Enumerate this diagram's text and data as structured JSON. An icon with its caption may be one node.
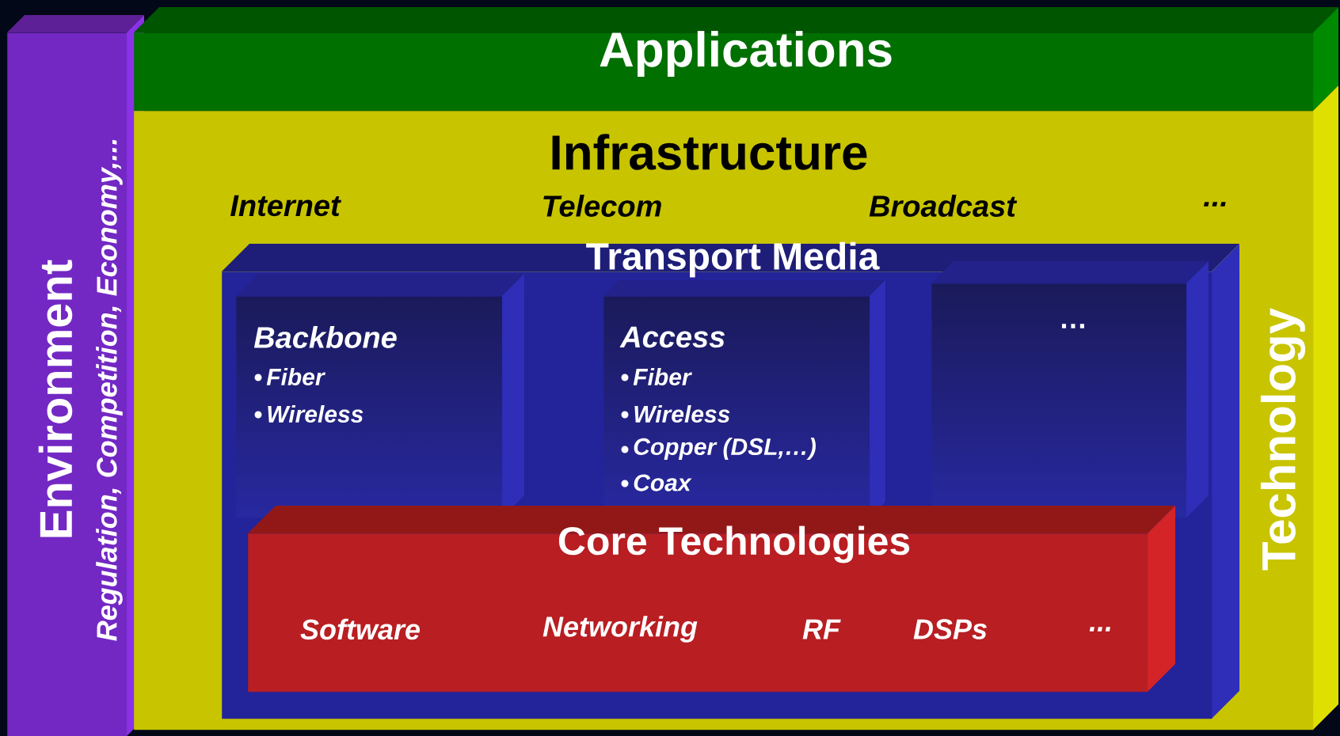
{
  "diagram": {
    "nodes": [
      {
        "text": [
          "Environment",
          "Regulation, Competition, Economy,..."
        ]
      },
      {
        "text": [
          "Applications"
        ]
      },
      {
        "text": [
          "Infrastructure",
          "Internet",
          "Telecom",
          "Broadcast",
          "...",
          "Technology"
        ]
      },
      {
        "text": [
          "Transport Media"
        ],
        "in": 2
      },
      {
        "text": [
          "Backbone",
          "Fiber",
          "Wireless"
        ],
        "in": 3
      },
      {
        "text": [
          "Access",
          "Fiber",
          "Wireless",
          "Copper (DSL,…)",
          "Coax"
        ],
        "in": 3
      },
      {
        "text": [
          "…"
        ],
        "in": 3
      },
      {
        "text": [
          "Core Technologies",
          "Software",
          "Networking",
          "RF",
          "DSPs",
          "..."
        ],
        "in": 3
      }
    ]
  }
}
